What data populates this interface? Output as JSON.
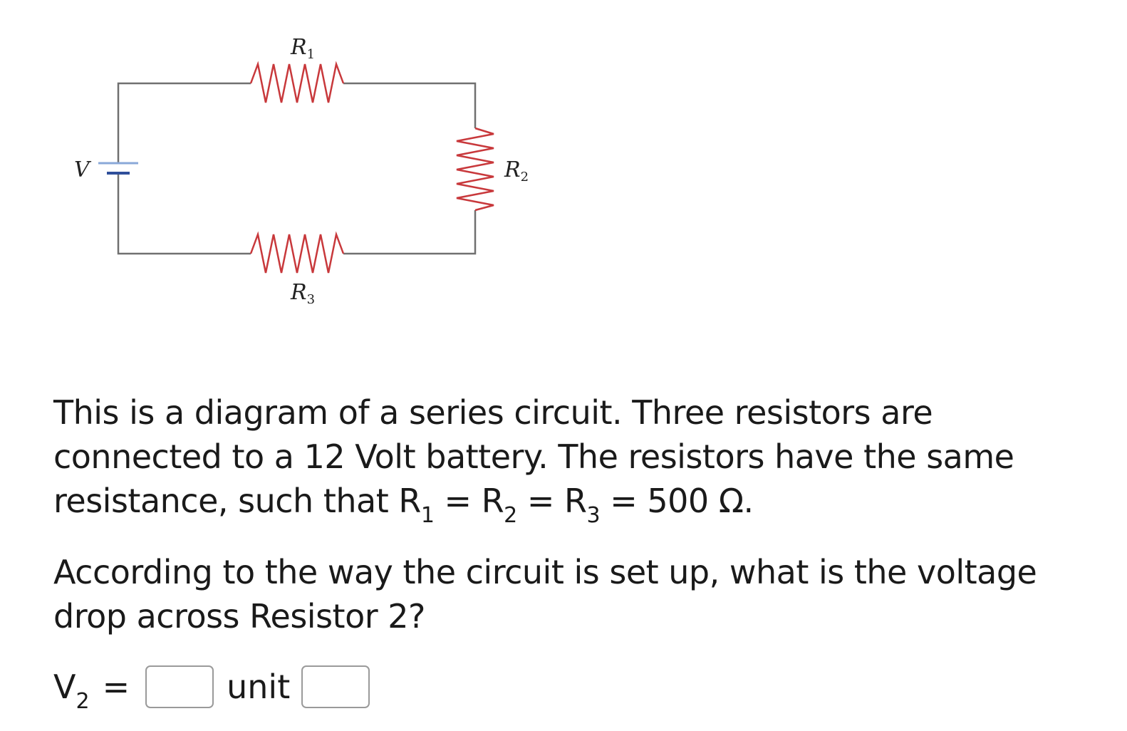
{
  "diagram": {
    "battery_label": "V",
    "resistors": [
      {
        "letter": "R",
        "sub": "1"
      },
      {
        "letter": "R",
        "sub": "2"
      },
      {
        "letter": "R",
        "sub": "3"
      }
    ]
  },
  "question": {
    "paragraph1": {
      "line1": "This is a diagram of a series circuit. Three resistors are",
      "line2": "connected to a 12 Volt battery. The resistors have the same",
      "line3_prefix": "resistance, such that R",
      "r1_sub": "1",
      "eq1": " = R",
      "r2_sub": "2",
      "eq2": " = R",
      "r3_sub": "3",
      "value": " = 500 Ω."
    },
    "paragraph2": {
      "line1": "According to the way the circuit is set up, what is the voltage",
      "line2": "drop across Resistor 2?"
    }
  },
  "answer": {
    "var_letter": "V",
    "var_sub": "2",
    "equals": "=",
    "value_input": "",
    "unit_label": "unit",
    "unit_input": ""
  }
}
